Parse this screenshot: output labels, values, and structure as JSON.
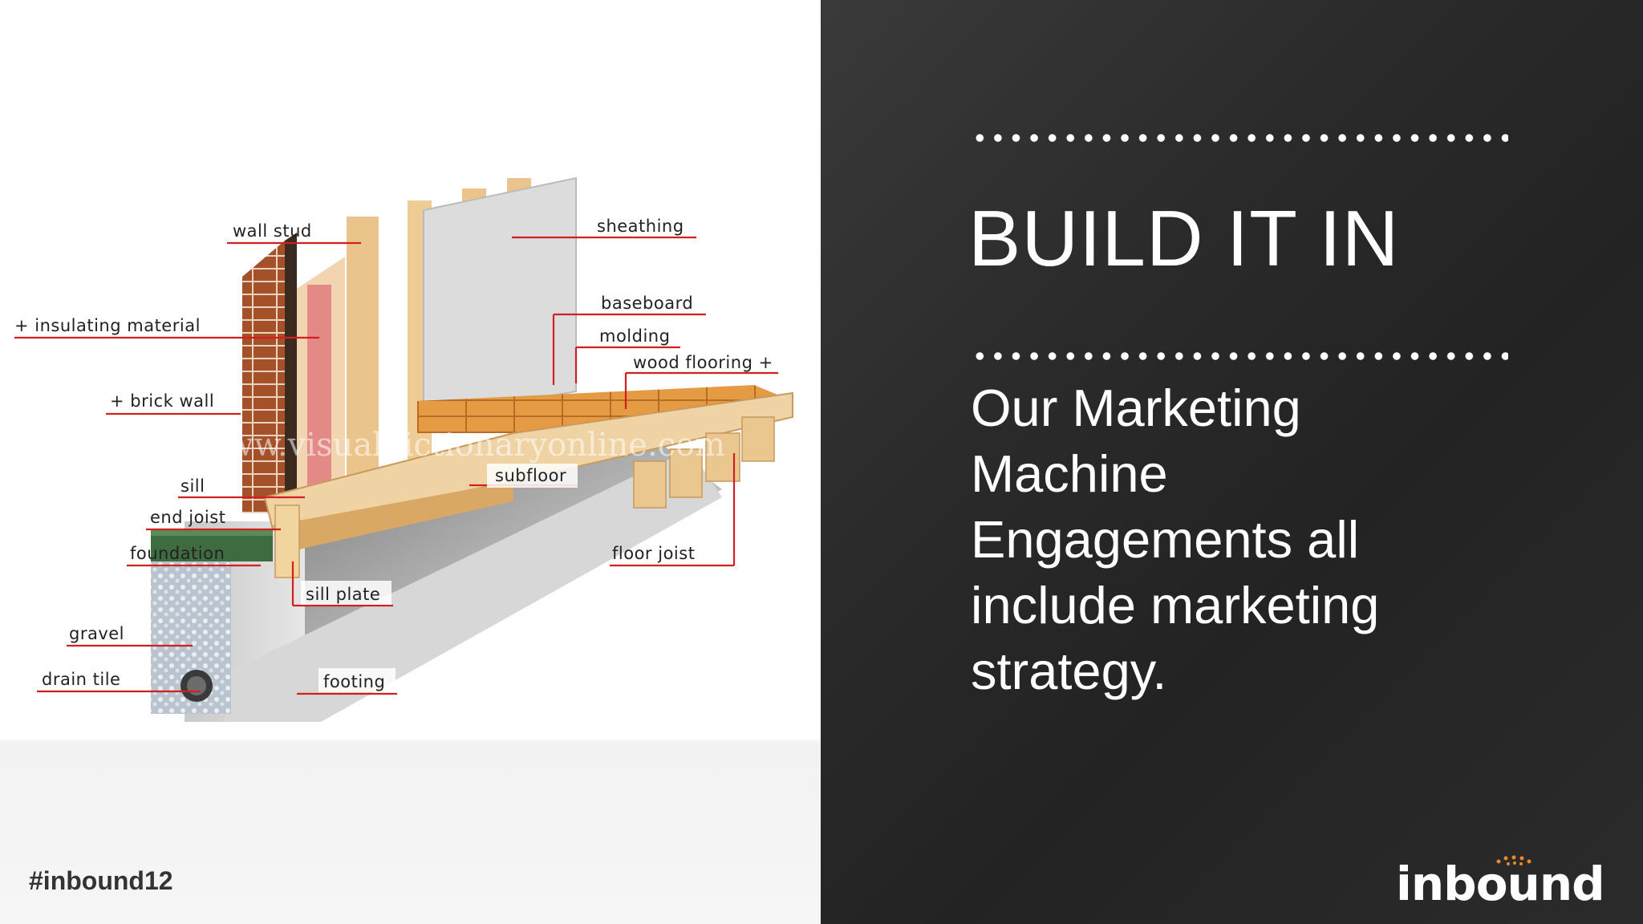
{
  "slide": {
    "title": "BUILD IT IN",
    "body": "Our Marketing Machine Engagements all include marketing strategy.",
    "hashtag": "#inbound12",
    "logo_text": "inbound"
  },
  "diagram": {
    "watermark": "www.visualdictionaryonline.com",
    "labels": {
      "wall_stud": "wall stud",
      "sheathing": "sheathing",
      "insulating_material": "+ insulating material",
      "baseboard": "baseboard",
      "molding": "molding",
      "wood_flooring": "wood flooring +",
      "brick_wall": "+ brick wall",
      "subfloor": "subfloor",
      "sill": "sill",
      "end_joist": "end joist",
      "foundation": "foundation",
      "floor_joist": "floor joist",
      "sill_plate": "sill plate",
      "gravel": "gravel",
      "drain_tile": "drain tile",
      "footing": "footing"
    }
  },
  "colors": {
    "dark_panel": "#2a2a2a",
    "leader_lines": "#d21f1f",
    "logo_accent": "#e8892b"
  }
}
